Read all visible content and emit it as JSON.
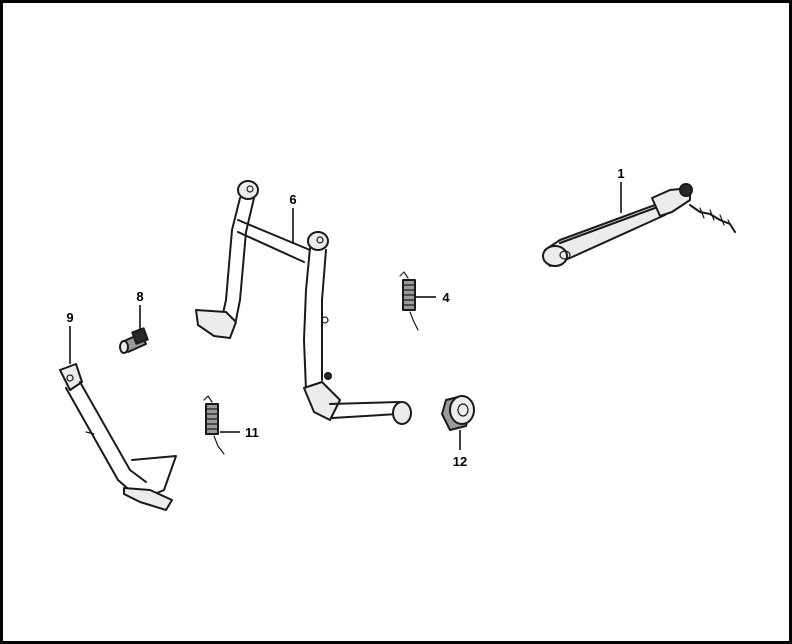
{
  "diagram": {
    "callouts": [
      {
        "id": "1",
        "label": "1"
      },
      {
        "id": "4",
        "label": "4"
      },
      {
        "id": "6",
        "label": "6"
      },
      {
        "id": "8",
        "label": "8"
      },
      {
        "id": "9",
        "label": "9"
      },
      {
        "id": "11",
        "label": "11"
      },
      {
        "id": "12",
        "label": "12"
      }
    ]
  }
}
